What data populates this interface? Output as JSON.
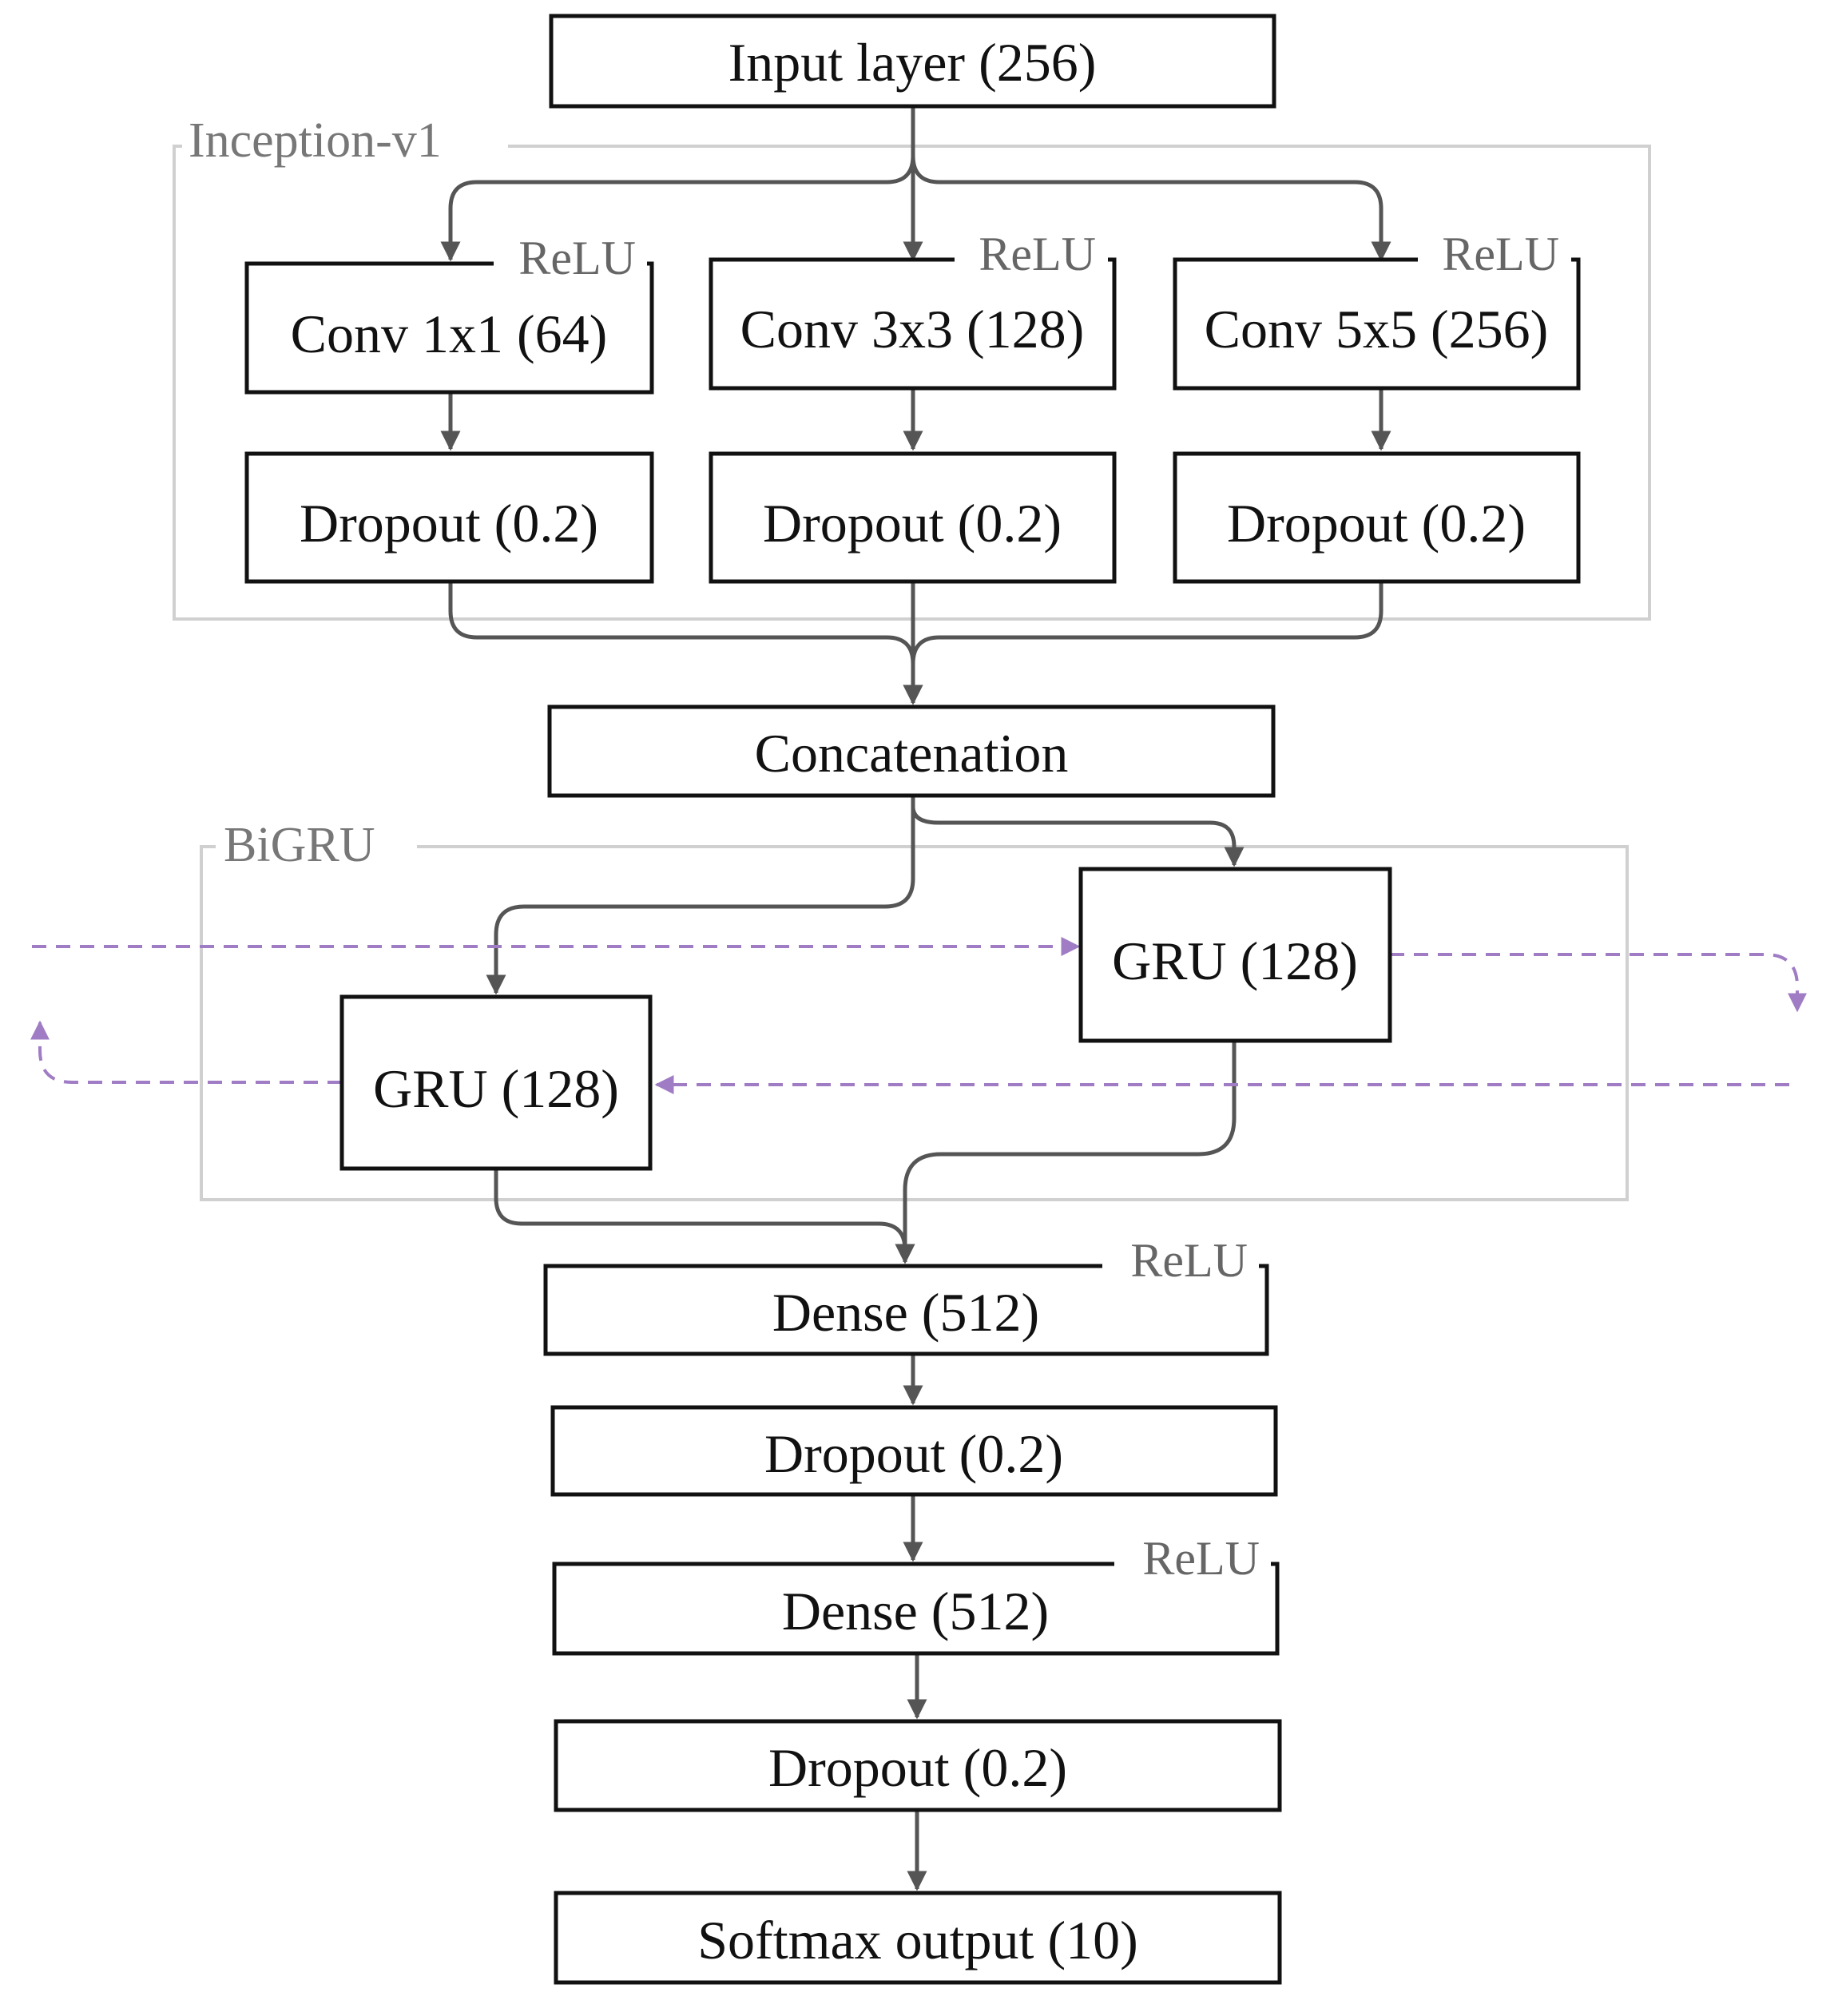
{
  "colors": {
    "node_border": "#111111",
    "edge": "#555555",
    "group_border": "#d0d0d0",
    "recurrent_edge": "#a07cc5",
    "activation_text": "#666666"
  },
  "groups": {
    "inception": {
      "label": "Inception-v1"
    },
    "bigru": {
      "label": "BiGRU"
    }
  },
  "nodes": {
    "input": {
      "label": "Input layer (256)"
    },
    "conv1": {
      "label": "Conv 1x1 (64)",
      "activation": "ReLU"
    },
    "conv3": {
      "label": "Conv 3x3 (128)",
      "activation": "ReLU"
    },
    "conv5": {
      "label": "Conv 5x5 (256)",
      "activation": "ReLU"
    },
    "drop_a": {
      "label": "Dropout (0.2)"
    },
    "drop_b": {
      "label": "Dropout (0.2)"
    },
    "drop_c": {
      "label": "Dropout (0.2)"
    },
    "concat": {
      "label": "Concatenation"
    },
    "gru_forward": {
      "label": "GRU (128)"
    },
    "gru_backward": {
      "label": "GRU (128)"
    },
    "dense1": {
      "label": "Dense (512)",
      "activation": "ReLU"
    },
    "drop_d": {
      "label": "Dropout (0.2)"
    },
    "dense2": {
      "label": "Dense (512)",
      "activation": "ReLU"
    },
    "drop_e": {
      "label": "Dropout (0.2)"
    },
    "output": {
      "label": "Softmax output (10)"
    }
  }
}
